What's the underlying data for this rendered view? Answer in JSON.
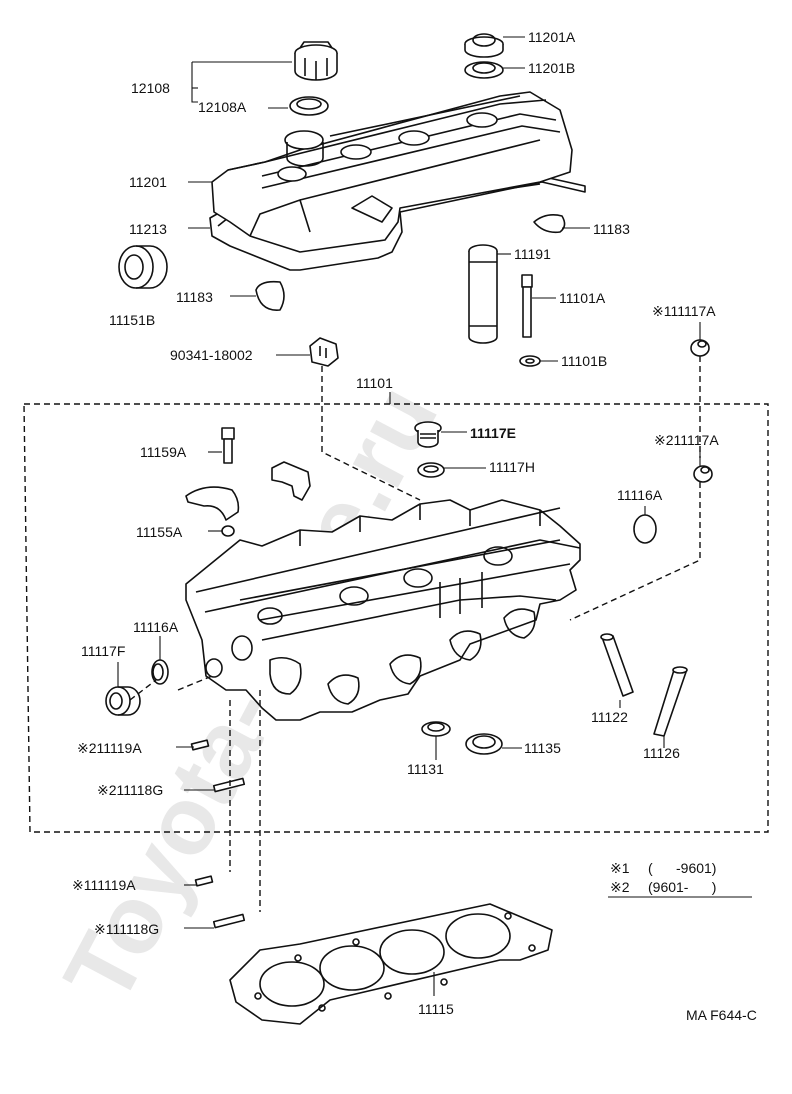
{
  "watermark": "Toyota-Mine.ru",
  "diagram_code": "MA F644-C",
  "legend": {
    "note1": {
      "mark": "※1",
      "text": "(      -9601)"
    },
    "note2": {
      "mark": "※2",
      "text": "(9601-      )"
    }
  },
  "labels": {
    "p11201A": "11201A",
    "p11201B": "11201B",
    "p12108": "12108",
    "p12108A": "12108A",
    "p11201": "11201",
    "p11213": "11213",
    "p11183_r": "11183",
    "p11191": "11191",
    "p11151B": "11151B",
    "p11183_l": "11183",
    "p11101A": "11101A",
    "p11117A_1": "※111117A",
    "p90341": "90341-18002",
    "p11101B": "11101B",
    "p11101": "11101",
    "p11117E": "11117E",
    "p11159A": "11159A",
    "p11117A_2": "※211117A",
    "p11117H": "11117H",
    "p11116A_r": "11116A",
    "p11155A": "11155A",
    "p11116A_l": "11116A",
    "p11117F": "11117F",
    "p11122": "11122",
    "p11119A_2": "※211119A",
    "p11135": "11135",
    "p11126": "11126",
    "p11131": "11131",
    "p11118G_2": "※211118G",
    "p11119A_1": "※111119A",
    "p11118G_1": "※111118G",
    "p11115": "11115"
  }
}
